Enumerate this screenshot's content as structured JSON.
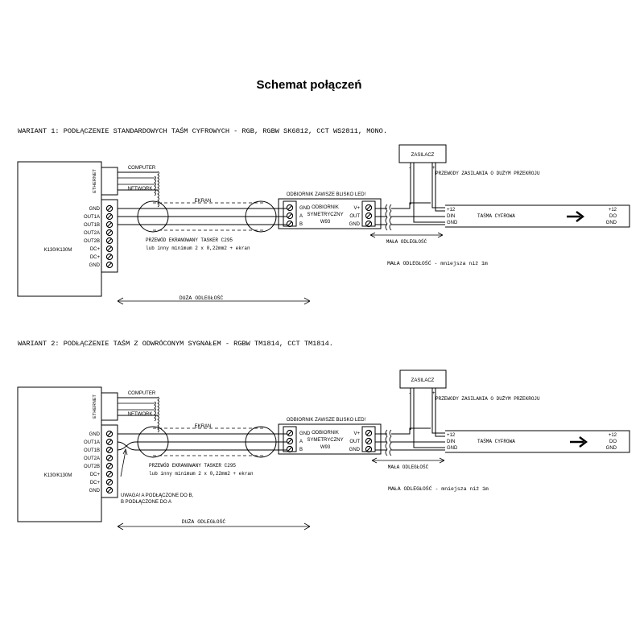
{
  "title": "Schemat połączeń",
  "variants": [
    {
      "heading": "WARIANT 1: PODŁĄCZENIE STANDARDOWYCH TAŚM CYFROWYCH - RGB, RGBW SK6812, CCT WS2811, MONO.",
      "controller": {
        "name": "K130/K130M",
        "ethernet_label": "ETHERNET",
        "computer_label": "COMPUTER",
        "network_label": "NETWORK",
        "pins": [
          "GND",
          "OUT1A",
          "OUT1B",
          "OUT2A",
          "OUT2B",
          "DC+",
          "DC+",
          "GND"
        ]
      },
      "cable": {
        "screen_label": "EKRAN",
        "label_line1": "PRZEWÓD EKRANOWANY TASKER C295",
        "label_line2": "lub inny minimum 2 x 0,22mm2 + ekran"
      },
      "receiver": {
        "header": "ODBIORNIK ZAWSZE BLISKO LED!",
        "line1": "ODBIORNIK",
        "line2": "SYMETRYCZNY",
        "line3": "W93",
        "input_pins": [
          "GND",
          "A",
          "B"
        ],
        "output_pins": [
          "V+",
          "OUT",
          "GND"
        ]
      },
      "power_supply": {
        "label": "ZASILACZ",
        "minus": "-",
        "plus": "+",
        "note": "PRZEWODY ZASILANIA O DUŻYM PRZEKROJU"
      },
      "strip": {
        "label": "TAŚMA CYFROWA",
        "in_pins": [
          "+12",
          "DIN",
          "GND"
        ],
        "out_pins": [
          "+12",
          "DO",
          "GND"
        ]
      },
      "small_distance": "MAŁA ODLEGŁOŚĆ",
      "small_distance_note_a": "MAŁA ODLEGŁOŚĆ",
      "small_distance_note_b": " - mniejsza niż 1m",
      "large_distance": "DUŻA ODLEGŁOŚĆ"
    },
    {
      "heading": "WARIANT 2: PODŁĄCZENIE TAŚM Z ODWRÓCONYM SYGNAŁEM - RGBW TM1814, CCT TM1814.",
      "controller": {
        "name": "K130/K130M",
        "ethernet_label": "ETHERNET",
        "computer_label": "COMPUTER",
        "network_label": "NETWORK",
        "pins": [
          "GND",
          "OUT1A",
          "OUT1B",
          "OUT2A",
          "OUT2B",
          "DC+",
          "DC+",
          "GND"
        ]
      },
      "cable": {
        "screen_label": "EKRAN",
        "label_line1": "PRZEWÓD EKRANOWANY TASKER C295",
        "label_line2": "lub inny minimum 2 x 0,22mm2 + ekran"
      },
      "receiver": {
        "header": "ODBIORNIK ZAWSZE BLISKO LED!",
        "line1": "ODBIORNIK",
        "line2": "SYMETRYCZNY",
        "line3": "W93",
        "input_pins": [
          "GND",
          "A",
          "B"
        ],
        "output_pins": [
          "V+",
          "OUT",
          "GND"
        ]
      },
      "power_supply": {
        "label": "ZASILACZ",
        "minus": "-",
        "plus": "+",
        "note": "PRZEWODY ZASILANIA O DUŻYM PRZEKROJU"
      },
      "strip": {
        "label": "TAŚMA CYFROWA",
        "in_pins": [
          "+12",
          "DIN",
          "GND"
        ],
        "out_pins": [
          "+12",
          "DO",
          "GND"
        ]
      },
      "small_distance": "MAŁA ODLEGŁOŚĆ",
      "small_distance_note_a": "MAŁA ODLEGŁOŚĆ",
      "small_distance_note_b": " - mniejsza niż 1m",
      "large_distance": "DUŻA ODLEGŁOŚĆ",
      "warning_line1": "UWAGA! A PODŁĄCZONE DO B,",
      "warning_line2": "B PODŁĄCZONE DO A"
    }
  ]
}
